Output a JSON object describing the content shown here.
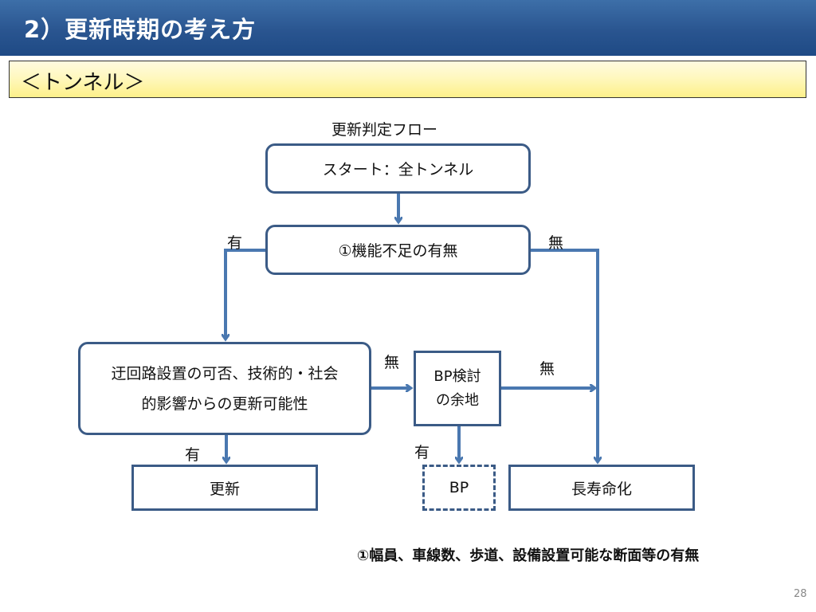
{
  "header": {
    "title": "2）更新時期の考え方"
  },
  "subtitle": "＜トンネル＞",
  "flow": {
    "title": "更新判定フロー",
    "start": "スタート：全トンネル",
    "q1": "①機能不足の有無",
    "detour_line1": "迂回路設置の可否、技術的・社会",
    "detour_line2": "的影響からの更新可能性",
    "bp_line1": "BP検討",
    "bp_line2": "の余地",
    "update": "更新",
    "bp": "BP",
    "longlife": "長寿命化",
    "labels": {
      "q1_yes": "有",
      "q1_no": "無",
      "detour_no": "無",
      "bp_no": "無",
      "detour_yes": "有",
      "bp_yes": "有"
    }
  },
  "note": "①幅員、車線数、歩道、設備設置可能な断面等の有無",
  "page_number": "28",
  "colors": {
    "header": "#2a5590",
    "connector": "#4a78b0",
    "box_border": "#3b5b86",
    "subbar": "#fff8bf"
  }
}
